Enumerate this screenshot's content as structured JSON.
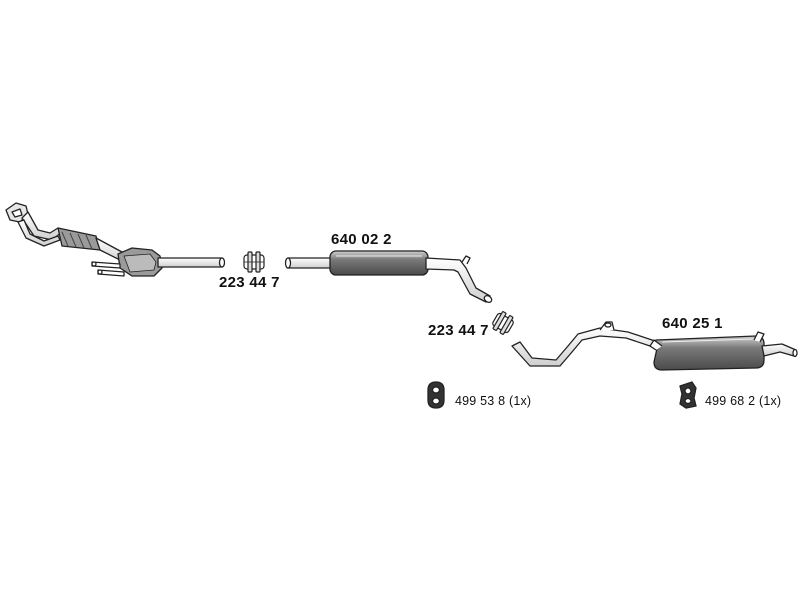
{
  "parts": {
    "clamp_front": {
      "number": "223 44 7"
    },
    "middle_silencer": {
      "number": "640 02 2"
    },
    "clamp_middle": {
      "number": "223 44 7"
    },
    "rear_silencer": {
      "number": "640 25 1"
    },
    "mount_middle": {
      "number": "499 53 8",
      "quantity": "(1x)"
    },
    "mount_rear": {
      "number": "499 68 2",
      "quantity": "(1x)"
    }
  },
  "colors": {
    "stroke": "#222222",
    "pipe_fill": "#ffffff",
    "silencer_fill": "#8a8a8a",
    "catalyst_fill": "#9a9a9a"
  }
}
